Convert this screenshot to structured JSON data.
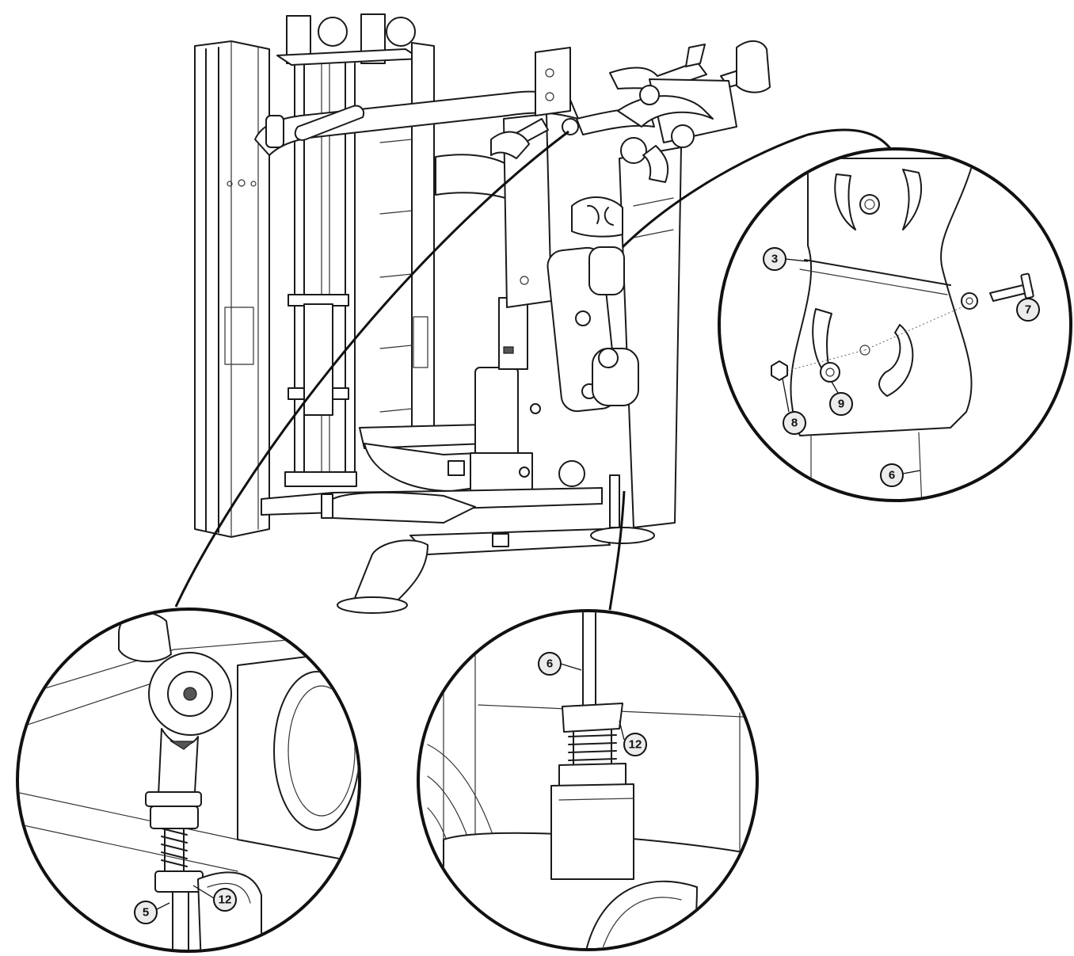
{
  "diagram": {
    "main_view": "exercise-machine-assembly",
    "detail_views": [
      "upper-arm-linkage-detail",
      "lower-left-rod-end-detail",
      "lower-right-rod-end-detail"
    ]
  },
  "callouts": {
    "c3": "3",
    "c7": "7",
    "c8": "8",
    "c9": "9",
    "c6_top": "6",
    "c5": "5",
    "c12_left": "12",
    "c6_bottom": "6",
    "c12_right": "12"
  }
}
